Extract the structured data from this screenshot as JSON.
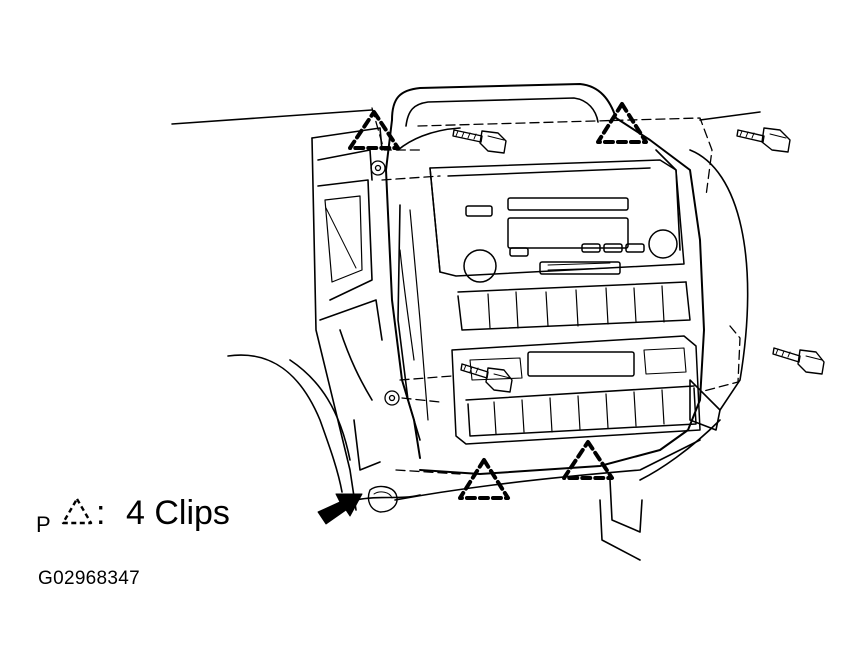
{
  "legend": {
    "prefix": "P",
    "separator": ":",
    "text": "4 Clips",
    "symbol_icon": "dashed-triangle-clip-icon"
  },
  "figure_code": "G02968347",
  "colors": {
    "line": "#000000",
    "background": "#ffffff"
  }
}
